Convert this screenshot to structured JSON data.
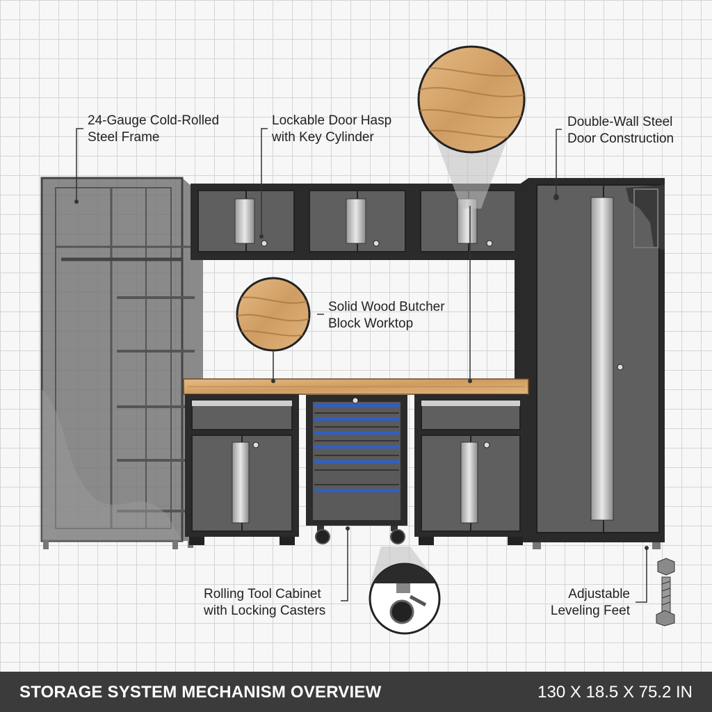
{
  "callouts": {
    "steel_frame": [
      "24-Gauge Cold-Rolled",
      "Steel Frame"
    ],
    "door_hasp": [
      "Lockable Door Hasp",
      "with Key Cylinder"
    ],
    "double_wall": [
      "Double-Wall Steel",
      "Door Construction"
    ],
    "butcher_block": [
      "Solid Wood Butcher",
      "Block Worktop"
    ],
    "rolling_cabinet": [
      "Rolling Tool Cabinet",
      "with Locking Casters"
    ],
    "leveling_feet": [
      "Adjustable",
      "Leveling Feet"
    ]
  },
  "footer": {
    "title": "STORAGE SYSTEM MECHANISM OVERVIEW",
    "dimensions": "130 X 18.5 X 75.2 IN"
  },
  "colors": {
    "steel": "#5f5f5f",
    "frame": "#2a2a2a",
    "wood": "#d8a870",
    "drawer_accent": "#2f5fc4",
    "footer_bg": "#3b3b3b"
  }
}
